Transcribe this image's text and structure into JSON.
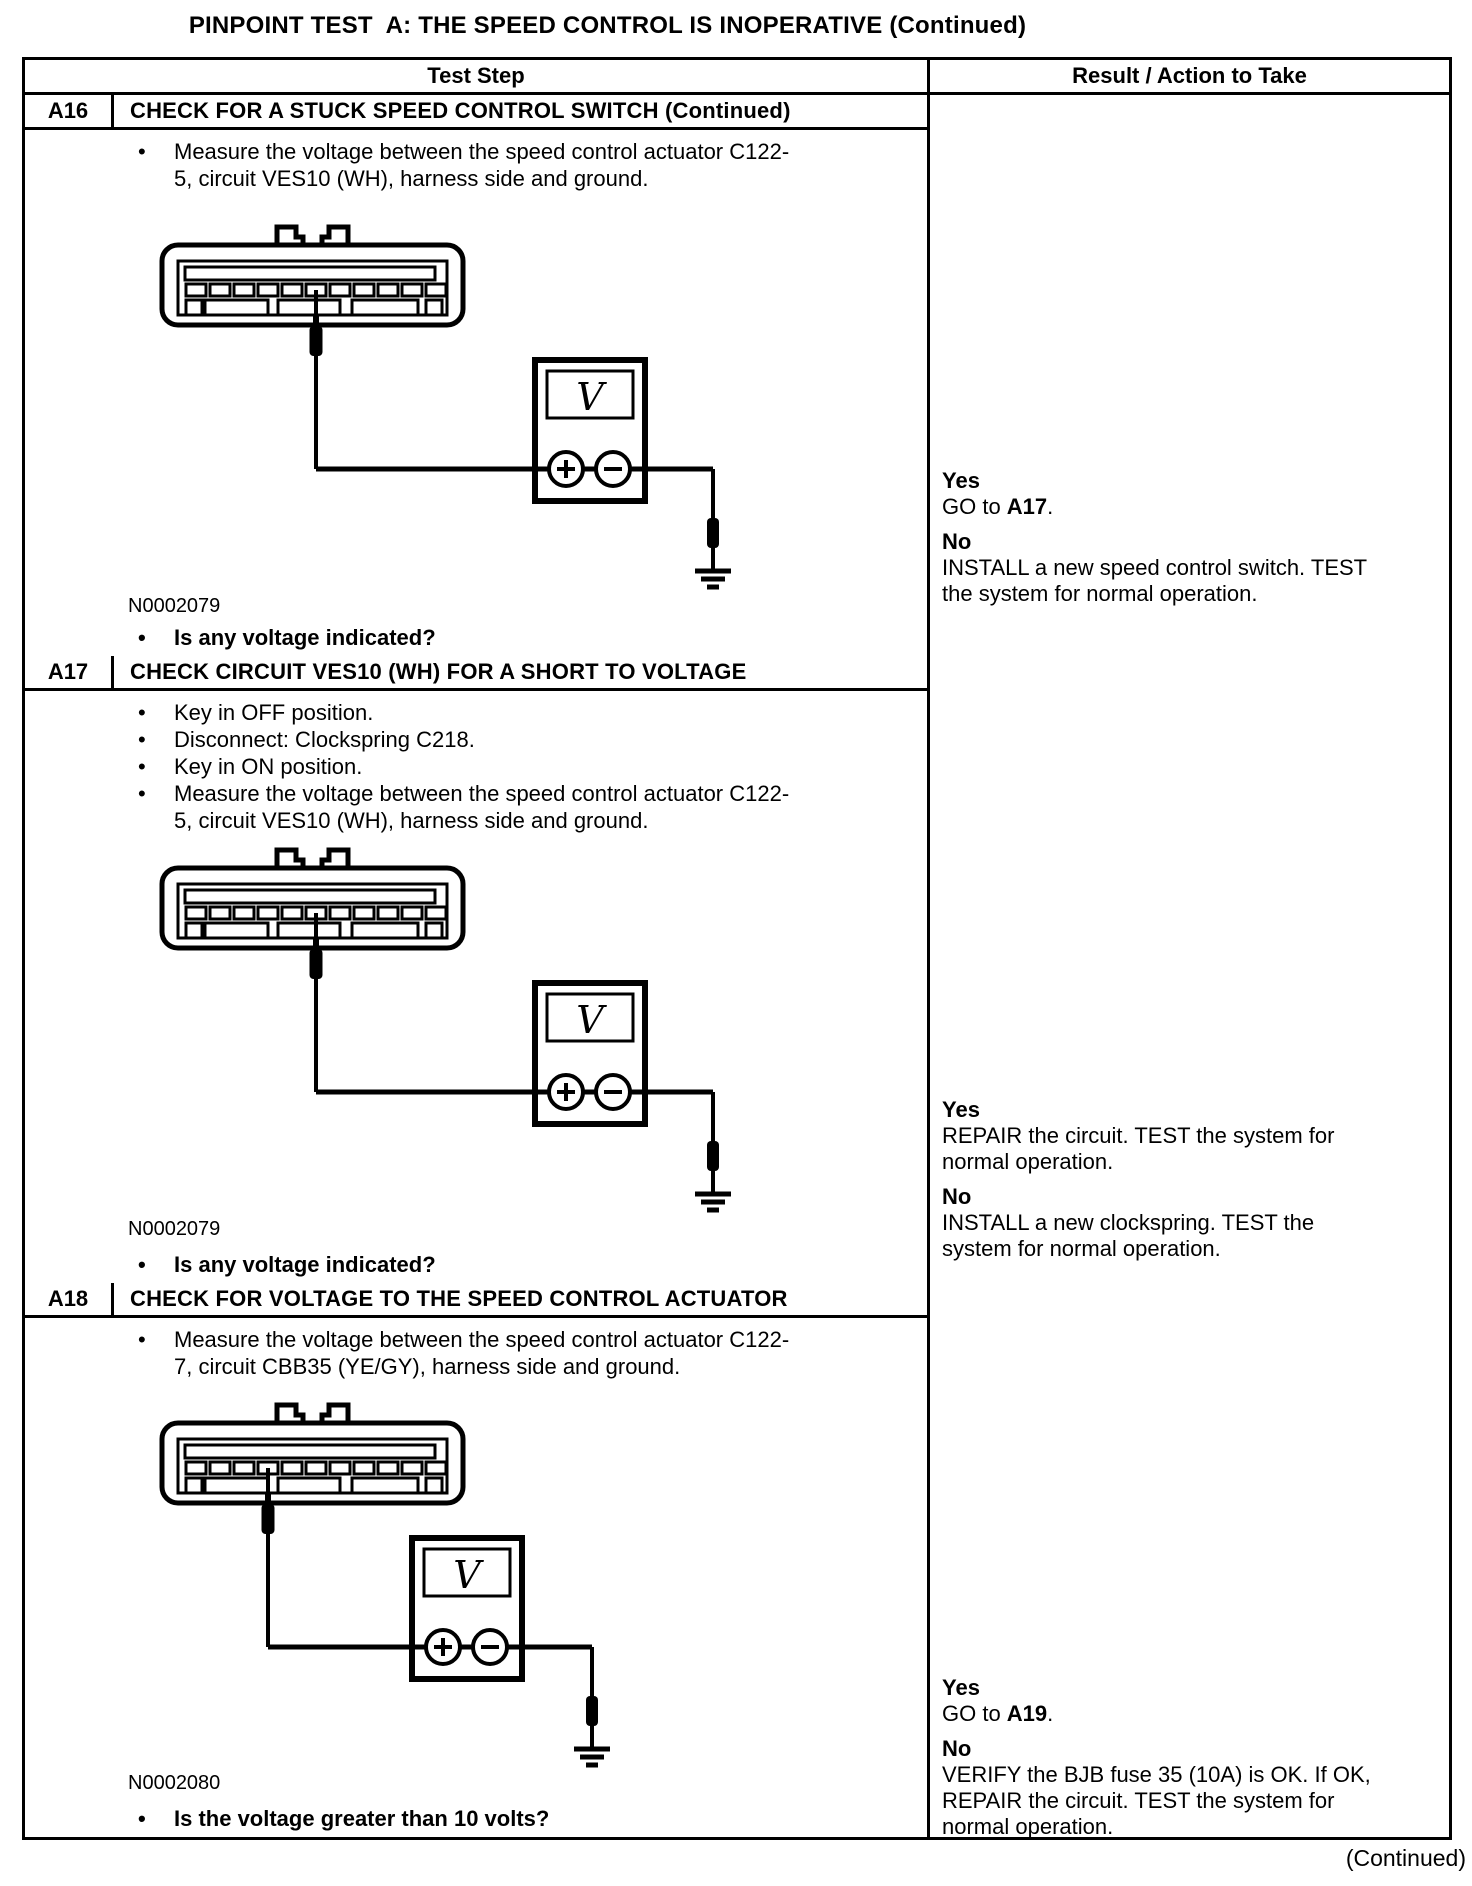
{
  "page_title": "PINPOINT TEST  A: THE SPEED CONTROL IS INOPERATIVE (Continued)",
  "footer_note": "(Continued)",
  "ui": {
    "bullet": "•"
  },
  "diagram": {
    "meter_glyph": "V",
    "terminals": [
      "plus",
      "minus"
    ],
    "ground": "ground-symbol"
  },
  "table": {
    "columns": [
      "Test Step",
      "Result / Action to Take"
    ],
    "sections": [
      {
        "id": "A16",
        "title": "CHECK FOR A STUCK SPEED CONTROL SWITCH (Continued)",
        "bullets": [
          "Measure the voltage between the speed control actuator C122-5, circuit VES10 (WH), harness side and ground."
        ],
        "figure_id": "N0002079",
        "question": "Is any voltage indicated?",
        "yes": {
          "label": "Yes",
          "pre": "GO to ",
          "target": "A17",
          "post": "."
        },
        "no": {
          "label": "No",
          "text": "INSTALL a new speed control switch. TEST the system for normal operation."
        }
      },
      {
        "id": "A17",
        "title": "CHECK CIRCUIT VES10 (WH) FOR A SHORT TO VOLTAGE",
        "bullets": [
          "Key in OFF position.",
          "Disconnect: Clockspring C218.",
          "Key in ON position.",
          "Measure the voltage between the speed control actuator C122-5, circuit VES10 (WH), harness side and ground."
        ],
        "figure_id": "N0002079",
        "question": "Is any voltage indicated?",
        "yes": {
          "label": "Yes",
          "text": "REPAIR the circuit. TEST the system for normal operation."
        },
        "no": {
          "label": "No",
          "text": "INSTALL a new clockspring. TEST the system for normal operation."
        }
      },
      {
        "id": "A18",
        "title": "CHECK FOR VOLTAGE TO THE SPEED CONTROL ACTUATOR",
        "bullets": [
          "Measure the voltage between the speed control actuator C122-7, circuit CBB35 (YE/GY), harness side and ground."
        ],
        "figure_id": "N0002080",
        "question": "Is the voltage greater than 10 volts?",
        "yes": {
          "label": "Yes",
          "pre": "GO to ",
          "target": "A19",
          "post": "."
        },
        "no": {
          "label": "No",
          "text": "VERIFY the BJB fuse 35 (10A) is OK. If OK, REPAIR the circuit. TEST the system for normal operation."
        }
      }
    ]
  }
}
